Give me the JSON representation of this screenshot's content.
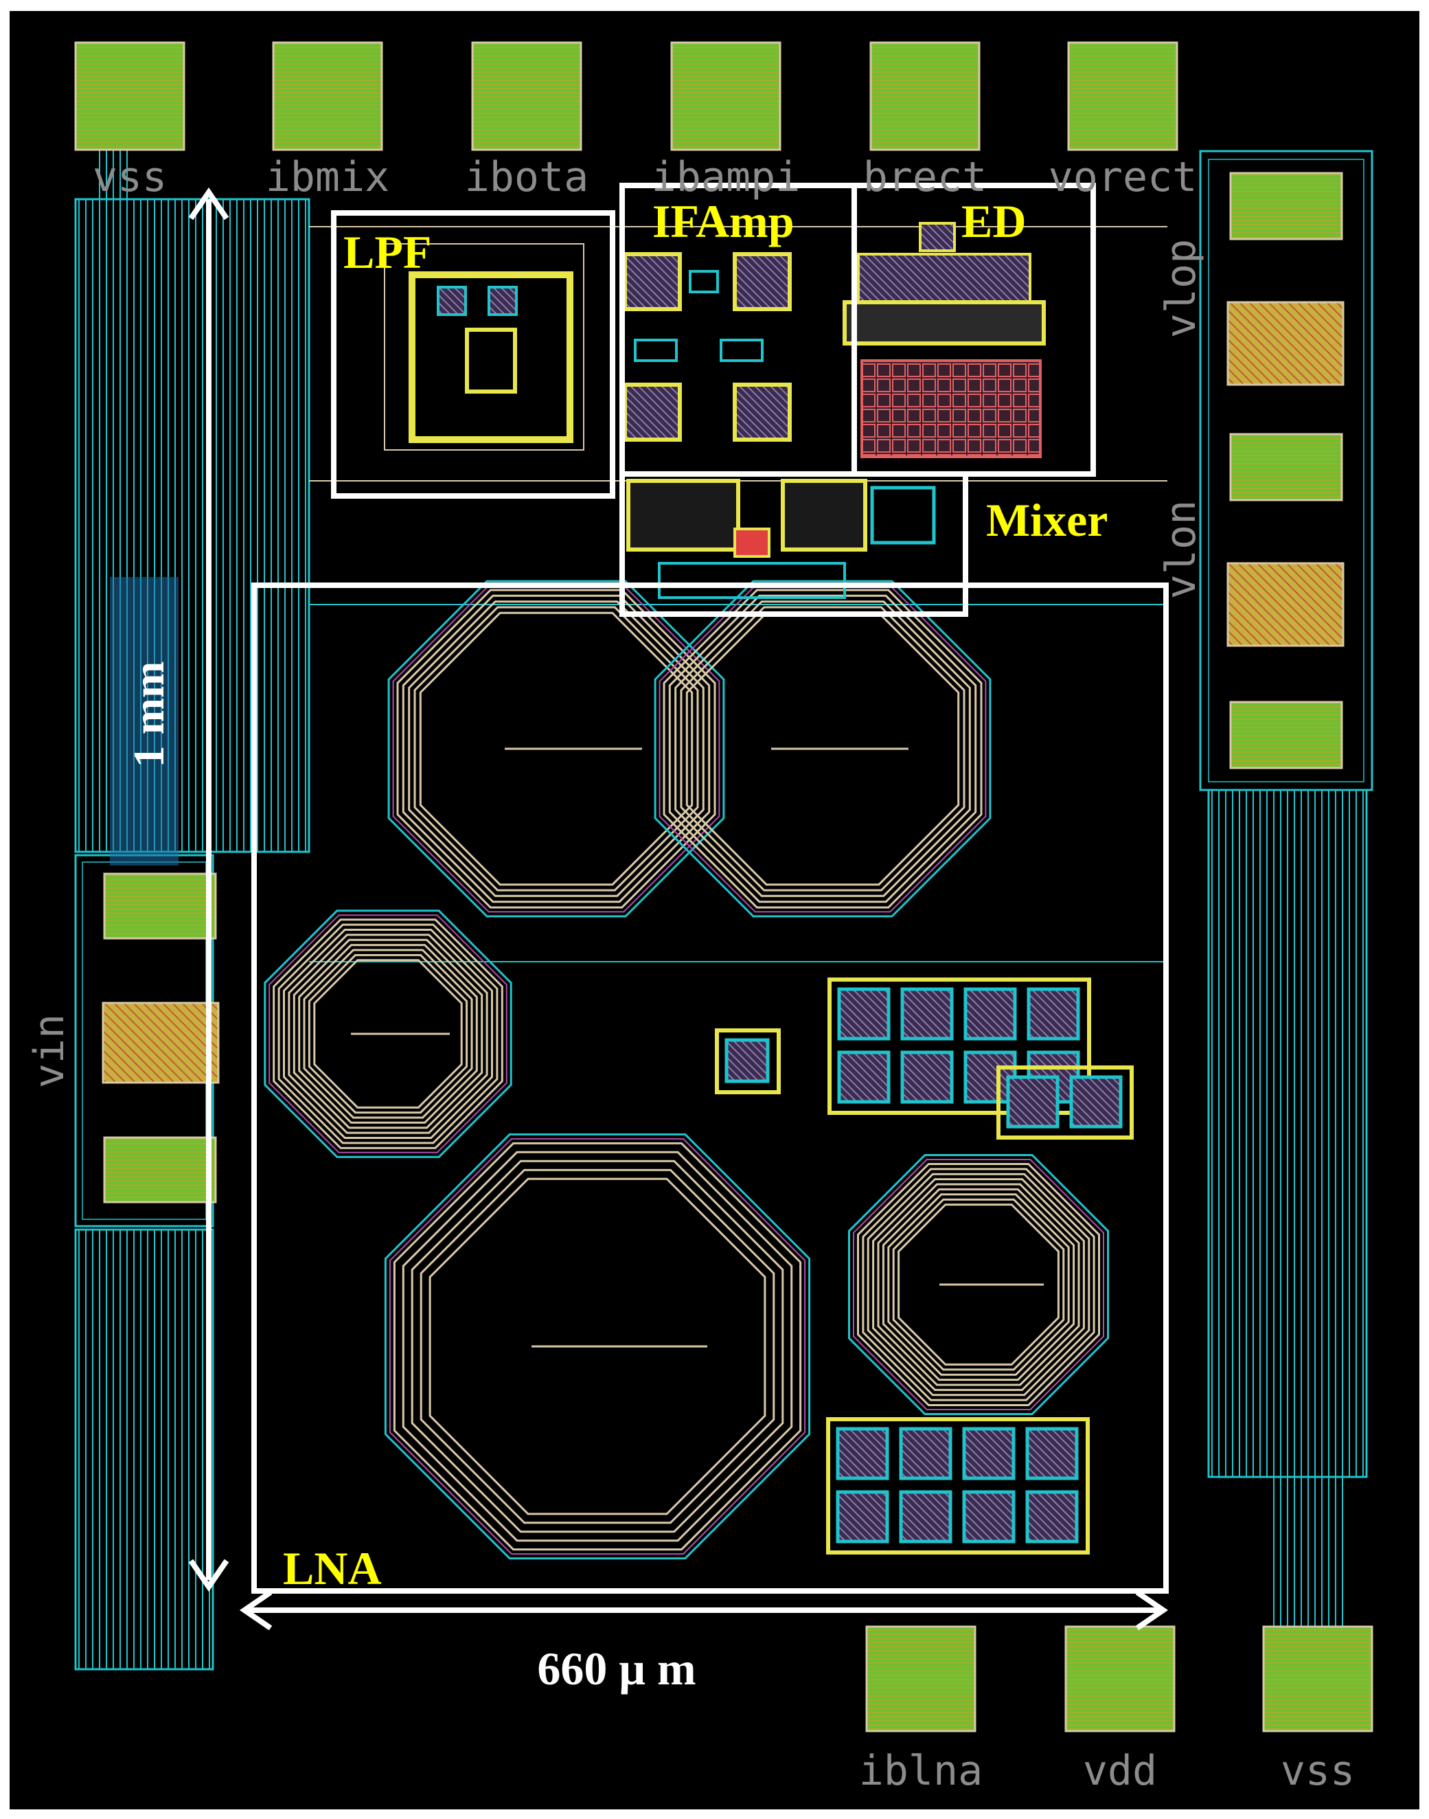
{
  "colors": {
    "background": "#000000",
    "frame": "#ffffff",
    "metal_cyan": "#1fc4cc",
    "metal_tan": "#d9c9a8",
    "pad_green": "#7ccf3a",
    "pad_pattern": "#a6ac2a",
    "block_yellow": "#e8e64a",
    "label_yellow": "#ffff00",
    "pin_label": "#8c8c8c",
    "annotation_white": "#ffffff",
    "via_purple": "#5a4880",
    "marker_blue": "#1f6fa8"
  },
  "pads": {
    "top": [
      {
        "label": "vss"
      },
      {
        "label": "ibmix"
      },
      {
        "label": "ibota"
      },
      {
        "label": "ibampi"
      },
      {
        "label": "brect"
      },
      {
        "label": "vorect"
      }
    ],
    "bottom": [
      {
        "label": "iblna"
      },
      {
        "label": "vdd"
      },
      {
        "label": "vss"
      }
    ],
    "left": {
      "label": "vin"
    },
    "right": [
      {
        "label": "vlop"
      },
      {
        "label": "vlon"
      }
    ]
  },
  "blocks": {
    "lpf": {
      "label": "LPF"
    },
    "ifamp": {
      "label": "IFAmp"
    },
    "ed": {
      "label": "ED"
    },
    "mixer": {
      "label": "Mixer"
    },
    "lna": {
      "label": "LNA"
    }
  },
  "dimensions": {
    "height": {
      "label": "1 mm"
    },
    "width": {
      "label": "660 μ m"
    }
  },
  "icons": [
    "inductor-icon",
    "capacitor-array-icon",
    "bond-pad-icon",
    "double-arrow-icon"
  ]
}
